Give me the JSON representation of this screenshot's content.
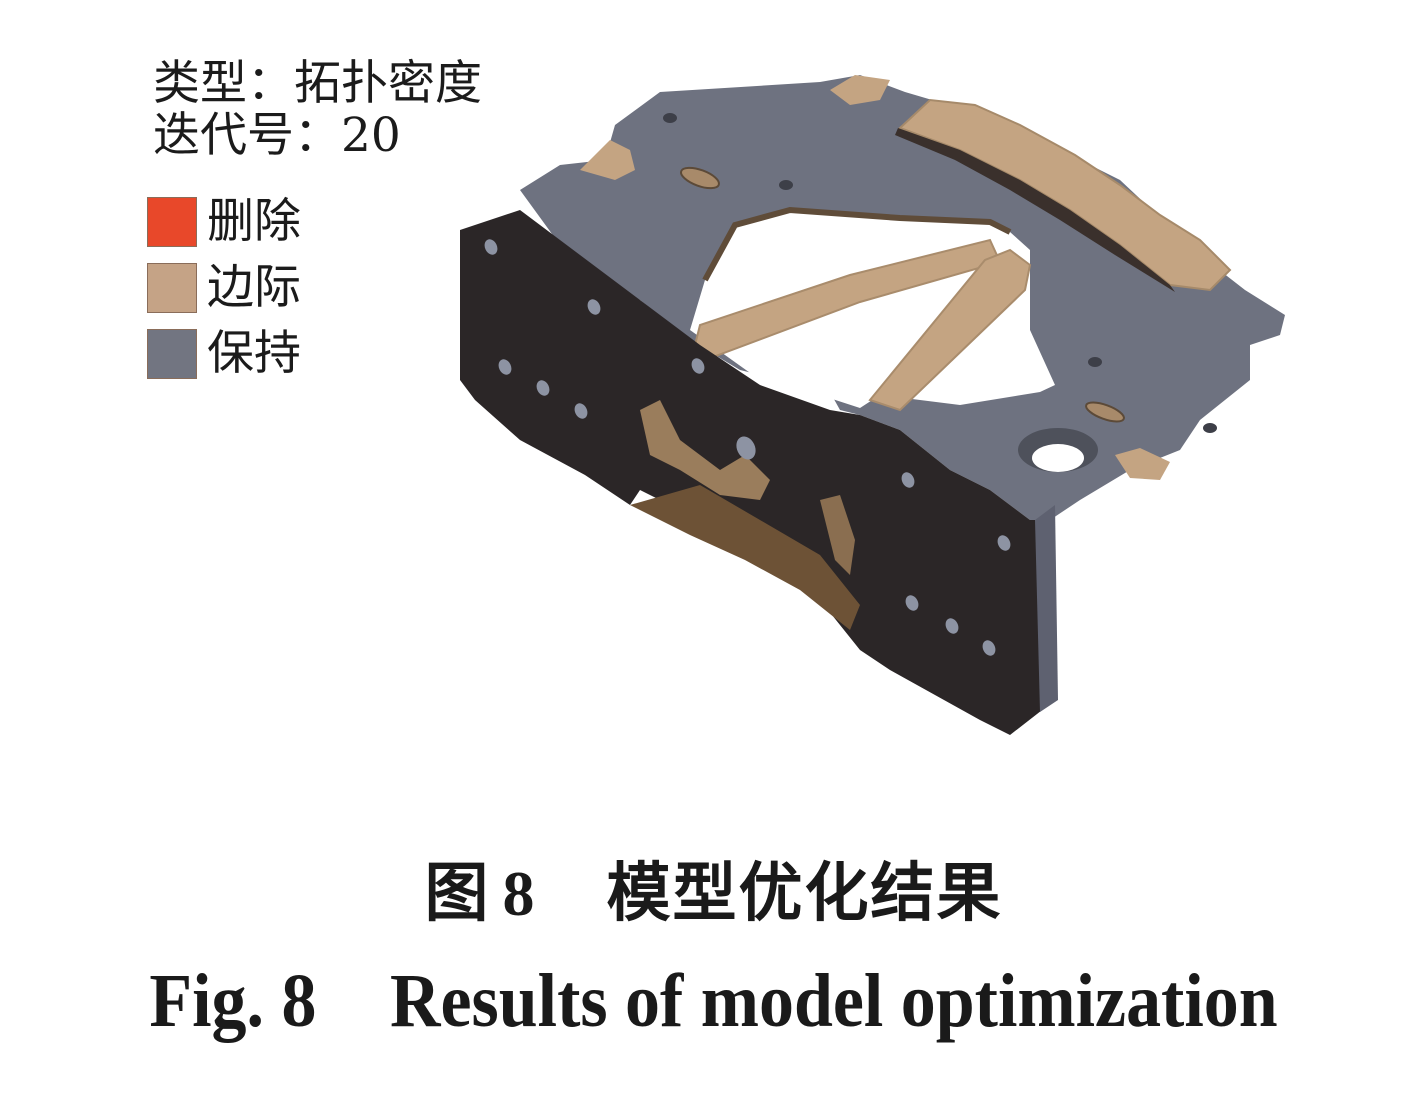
{
  "figure": {
    "info": {
      "type_label": "类型：",
      "type_value": "拓扑密度",
      "iteration_label": "迭代号：",
      "iteration_value": "20"
    },
    "legend": [
      {
        "label": "删除",
        "color": "#e8482a"
      },
      {
        "label": "边际",
        "color": "#c5a386"
      },
      {
        "label": "保持",
        "color": "#727581"
      }
    ],
    "model_colors": {
      "keep_top": "#6e7280",
      "keep_side": "#2b2627",
      "marginal": "#c4a482",
      "marginal_shadow": "#7a5f44",
      "hole": "#8d93a3"
    },
    "caption_cn": {
      "prefix": "图",
      "number": "8",
      "title": "模型优化结果"
    },
    "caption_en": {
      "prefix": "Fig. 8",
      "title": "Results of model optimization"
    }
  }
}
